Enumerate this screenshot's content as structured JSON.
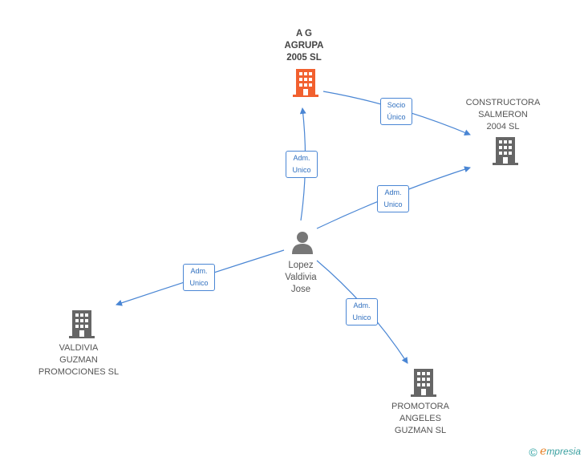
{
  "nodes": {
    "ag_agrupa": {
      "lines": [
        "A G",
        "AGRUPA",
        "2005 SL"
      ],
      "icon": "building-icon",
      "color": "#f2602f"
    },
    "constructora": {
      "lines": [
        "CONSTRUCTORA",
        "SALMERON",
        "2004 SL"
      ],
      "icon": "building-icon",
      "color": "#666666"
    },
    "lopez": {
      "lines": [
        "Lopez",
        "Valdivia",
        "Jose"
      ],
      "icon": "person-icon",
      "color": "#777777"
    },
    "valdivia": {
      "lines": [
        "VALDIVIA",
        "GUZMAN",
        "PROMOCIONES SL"
      ],
      "icon": "building-icon",
      "color": "#666666"
    },
    "promotora": {
      "lines": [
        "PROMOTORA",
        "ANGELES",
        "GUZMAN SL"
      ],
      "icon": "building-icon",
      "color": "#666666"
    }
  },
  "edges": {
    "socio_unico": [
      "Socio",
      "Único"
    ],
    "adm_ag": [
      "Adm.",
      "Unico"
    ],
    "adm_constructora": [
      "Adm.",
      "Unico"
    ],
    "adm_valdivia": [
      "Adm.",
      "Unico"
    ],
    "adm_promotora": [
      "Adm.",
      "Unico"
    ]
  },
  "colors": {
    "edge": "#4a86d4"
  },
  "footer": {
    "copyright": "©",
    "brand_initial": "e",
    "brand_rest": "mpresia"
  }
}
